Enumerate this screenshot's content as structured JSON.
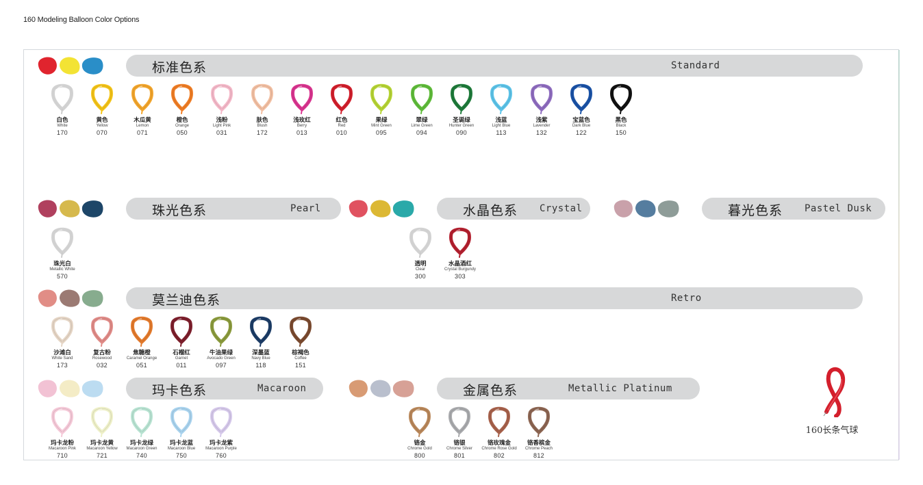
{
  "page_title": "160 Modeling Balloon Color Options",
  "long_balloon_label": "160长条气球",
  "sections": [
    {
      "id": "standard",
      "zh": "标准色系",
      "en": "Standard",
      "blobs": [
        "#e0242e",
        "#f3e334",
        "#2a8ec8"
      ],
      "items": [
        {
          "cn": "白色",
          "en": "White",
          "code": "170",
          "color": "#f2f2f2"
        },
        {
          "cn": "黄色",
          "en": "Yellow",
          "code": "070",
          "color": "#f3c318"
        },
        {
          "cn": "木瓜黄",
          "en": "Lemon",
          "code": "071",
          "color": "#f2a52c"
        },
        {
          "cn": "橙色",
          "en": "Orange",
          "code": "050",
          "color": "#ef7d25"
        },
        {
          "cn": "浅粉",
          "en": "Light Pink",
          "code": "031",
          "color": "#f4b8c8"
        },
        {
          "cn": "肤色",
          "en": "Blush",
          "code": "172",
          "color": "#f2bfa2"
        },
        {
          "cn": "浅玫红",
          "en": "Berry",
          "code": "013",
          "color": "#d9348f"
        },
        {
          "cn": "红色",
          "en": "Red",
          "code": "010",
          "color": "#d11f2c"
        },
        {
          "cn": "果绿",
          "en": "Mint Green",
          "code": "095",
          "color": "#b5d334"
        },
        {
          "cn": "翠绿",
          "en": "Lime Green",
          "code": "094",
          "color": "#5fbb3a"
        },
        {
          "cn": "圣诞绿",
          "en": "Hunter Green",
          "code": "090",
          "color": "#1e7a3a"
        },
        {
          "cn": "浅蓝",
          "en": "Light Blue",
          "code": "113",
          "color": "#5cc3e8"
        },
        {
          "cn": "浅紫",
          "en": "Lavender",
          "code": "132",
          "color": "#8e6cbf"
        },
        {
          "cn": "宝蓝色",
          "en": "Dark Blue",
          "code": "122",
          "color": "#1a52a6"
        },
        {
          "cn": "黑色",
          "en": "Black",
          "code": "150",
          "color": "#111111"
        }
      ]
    },
    {
      "id": "pearl",
      "zh": "珠光色系",
      "en": "Pearl",
      "blobs": [
        "#b0405e",
        "#d6b94d",
        "#1d4668"
      ],
      "items": [
        {
          "cn": "珠光白",
          "en": "Metallic White",
          "code": "570",
          "color": "#f4f4f4"
        }
      ]
    },
    {
      "id": "crystal",
      "zh": "水晶色系",
      "en": "Crystal",
      "blobs": [
        "#e05260",
        "#dcb834",
        "#2aa9a9"
      ],
      "items": [
        {
          "cn": "透明",
          "en": "Clear",
          "code": "300",
          "color": "#f0f0f0"
        },
        {
          "cn": "水晶酒红",
          "en": "Crystal Burgundy",
          "code": "303",
          "color": "#b3202f"
        }
      ]
    },
    {
      "id": "pastel_dusk",
      "zh": "暮光色系",
      "en": "Pastel Dusk",
      "blobs": [
        "#c9a1aa",
        "#557d9f",
        "#8e9c98"
      ],
      "items": []
    },
    {
      "id": "retro",
      "zh": "莫兰迪色系",
      "en": "Retro",
      "blobs": [
        "#e18d86",
        "#9b7a73",
        "#87ac8e"
      ],
      "items": [
        {
          "cn": "沙滩白",
          "en": "White Sand",
          "code": "173",
          "color": "#e5d5c5"
        },
        {
          "cn": "复古粉",
          "en": "Rosewood",
          "code": "032",
          "color": "#e08b87"
        },
        {
          "cn": "焦糖橙",
          "en": "Caramel Orange",
          "code": "051",
          "color": "#e37a2c"
        },
        {
          "cn": "石榴红",
          "en": "Garnet",
          "code": "011",
          "color": "#7d1f2c"
        },
        {
          "cn": "牛油果绿",
          "en": "Avocado Green",
          "code": "097",
          "color": "#8a9a3c"
        },
        {
          "cn": "深墨蓝",
          "en": "Navy Blue",
          "code": "118",
          "color": "#1c3c66"
        },
        {
          "cn": "棕褐色",
          "en": "Coffee",
          "code": "151",
          "color": "#7a4a2f"
        }
      ]
    },
    {
      "id": "macaroon",
      "zh": "玛卡色系",
      "en": "Macaroon",
      "blobs": [
        "#f2c2d4",
        "#f4ecc6",
        "#bcdcf1"
      ],
      "items": [
        {
          "cn": "玛卡龙粉",
          "en": "Macaroon Pink",
          "code": "710",
          "color": "#f5c9d8"
        },
        {
          "cn": "玛卡龙黄",
          "en": "Macaroon Yellow",
          "code": "721",
          "color": "#eef0c8"
        },
        {
          "cn": "玛卡龙绿",
          "en": "Macaroon Green",
          "code": "740",
          "color": "#b8e3d2"
        },
        {
          "cn": "玛卡龙蓝",
          "en": "Macaroon Blue",
          "code": "750",
          "color": "#a9d3ee"
        },
        {
          "cn": "玛卡龙紫",
          "en": "Macaroon Purple",
          "code": "760",
          "color": "#d5c8ea"
        }
      ]
    },
    {
      "id": "metallic_platinum",
      "zh": "金属色系",
      "en": "Metallic Platinum",
      "blobs": [
        "#d89b74",
        "#b9bfcd",
        "#d7a196"
      ],
      "items": [
        {
          "cn": "铬金",
          "en": "Chrome Gold",
          "code": "800",
          "color": "#b9875a"
        },
        {
          "cn": "铬银",
          "en": "Chrome Silver",
          "code": "801",
          "color": "#a9aaad"
        },
        {
          "cn": "铬玫瑰金",
          "en": "Chrome Rose Gold",
          "code": "802",
          "color": "#a7614b"
        },
        {
          "cn": "铬香槟金",
          "en": "Chrome Peach",
          "code": "812",
          "color": "#8c6552"
        }
      ]
    }
  ]
}
